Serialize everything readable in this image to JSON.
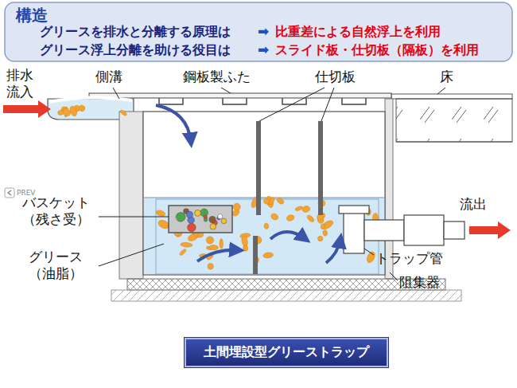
{
  "diagram": {
    "nodes": [
      {
        "text": [
          "構造",
          "グリースを排水と分離する原理は",
          "➡",
          "比重差による自然浮上を利用",
          "グリース浮上分離を助ける役目は",
          "➡",
          "スライド板・仕切板（隔板）を利用"
        ]
      },
      {
        "text": [
          "土間埋設型グリーストラップ"
        ]
      }
    ],
    "labels": [
      "排水 流入",
      "側溝",
      "鋼板製ふた",
      "仕切板",
      "床",
      "流出",
      "PREV",
      "バスケット （残さ受）",
      "トラップ管",
      "グリース （油脂）",
      "阻集器"
    ]
  }
}
